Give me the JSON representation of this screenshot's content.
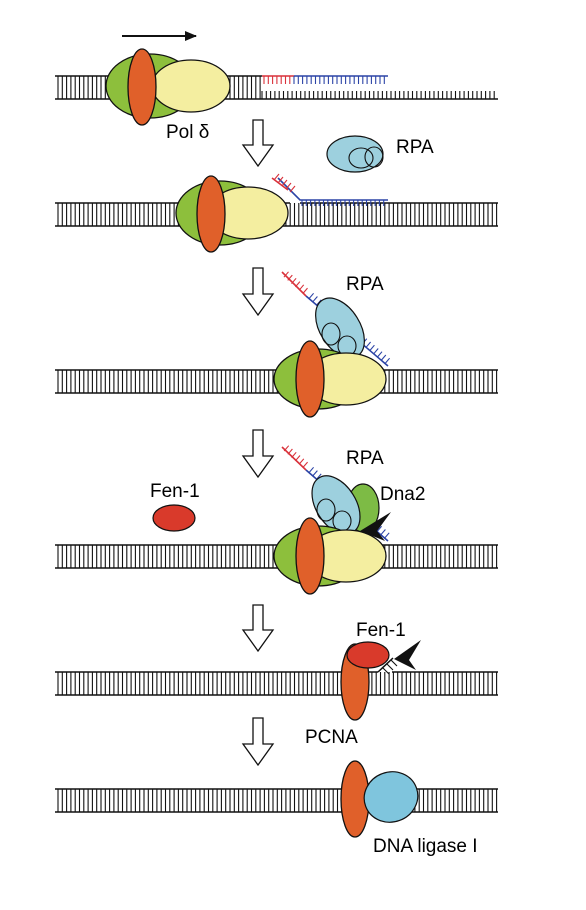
{
  "labels": {
    "pol_delta": "Pol δ",
    "rpa_1": "RPA",
    "rpa_2": "RPA",
    "rpa_3": "RPA",
    "fen1_free": "Fen-1",
    "dna2": "Dna2",
    "fen1_bound": "Fen-1",
    "pcna": "PCNA",
    "ligase": "DNA ligase I"
  },
  "colors": {
    "pol_green": "#8dbf3c",
    "pol_yellow": "#f4eea0",
    "pcna_orange": "#e0602a",
    "rpa_blue": "#9dd0de",
    "fen1_red": "#d93a2b",
    "dna2_green": "#7dbb45",
    "ligase_blue": "#7fc5dd",
    "flap_red": "#d9313a",
    "flap_blue": "#2b43a6",
    "dna_black": "#111111"
  }
}
